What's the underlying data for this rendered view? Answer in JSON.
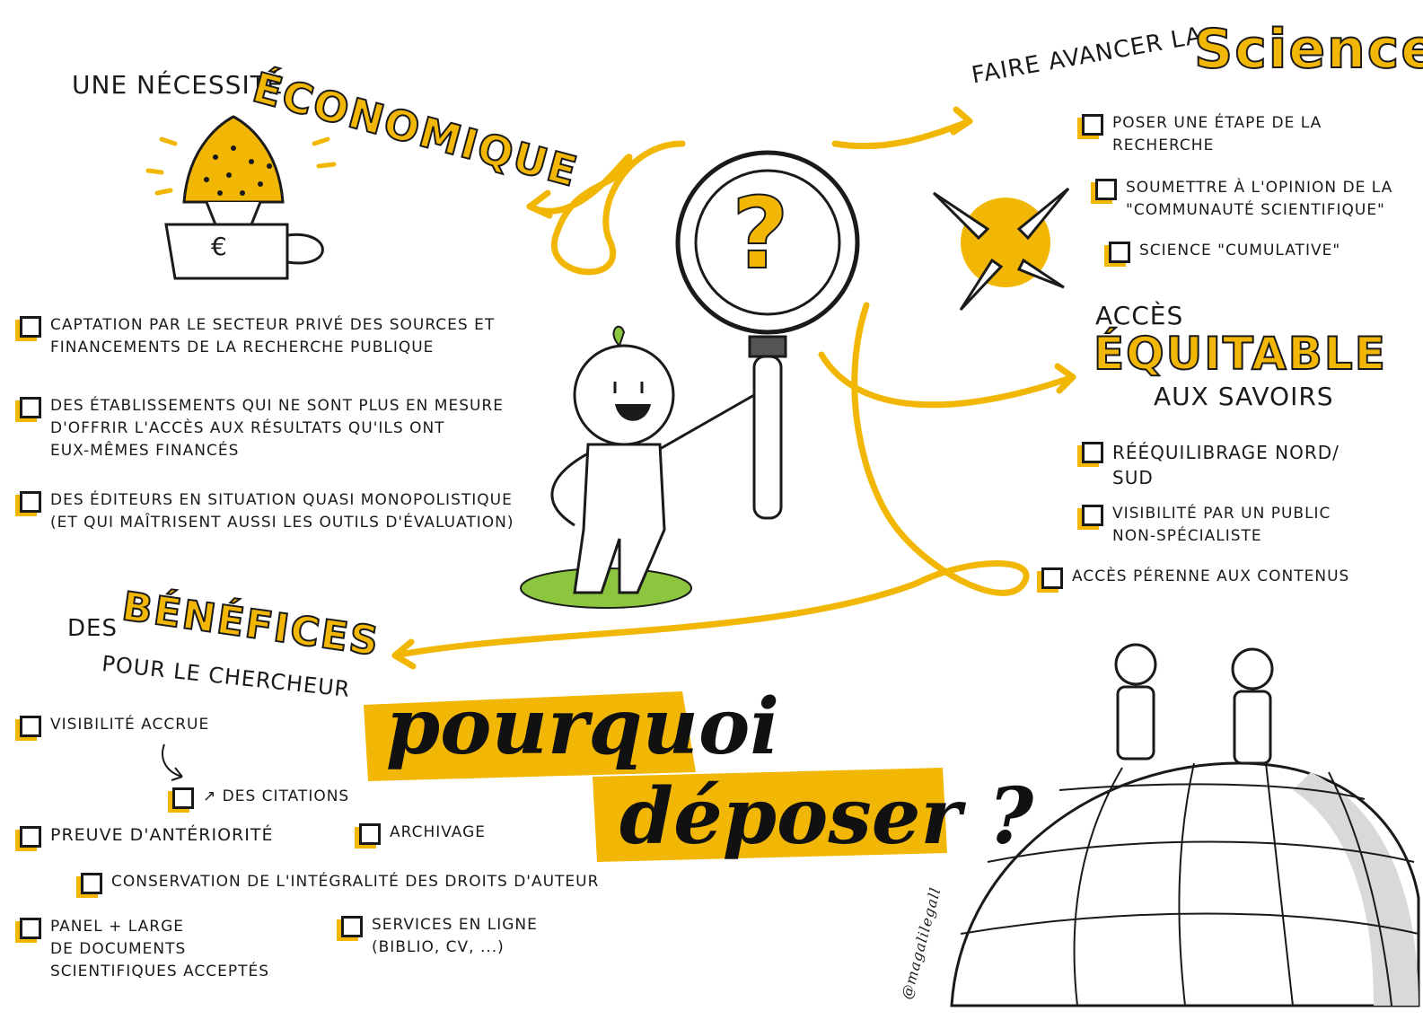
{
  "colors": {
    "accent": "#f2b705",
    "ink": "#1a1a1a",
    "grass": "#8cc63f",
    "shadow": "#d9d9d9"
  },
  "center": {
    "question_mark": "?",
    "title_line1": "pourquoi",
    "title_line2": "déposer ?"
  },
  "economic": {
    "prefix": "UNE NÉCESSITÉ",
    "highlight": "ÉCONOMIQUE",
    "euro_symbol": "€",
    "items": [
      "CAPTATION PAR LE SECTEUR PRIVÉ DES SOURCES ET\nFINANCEMENTS DE LA RECHERCHE PUBLIQUE",
      "DES ÉTABLISSEMENTS QUI NE SONT PLUS EN MESURE\nD'OFFRIR L'ACCÈS AUX RÉSULTATS QU'ILS ONT\nEUX-MÊMES FINANCÉS",
      "DES ÉDITEURS EN SITUATION QUASI MONOPOLISTIQUE\n(ET QUI MAÎTRISENT AUSSI LES OUTILS D'ÉVALUATION)"
    ]
  },
  "science": {
    "prefix": "FAIRE AVANCER LA",
    "highlight": "Science",
    "items": [
      "POSER UNE ÉTAPE DE LA\nRECHERCHE",
      "SOUMETTRE À L'OPINION DE LA\n\"COMMUNAUTÉ SCIENTIFIQUE\"",
      "SCIENCE \"CUMULATIVE\""
    ]
  },
  "access": {
    "line1": "ACCÈS",
    "highlight": "ÉQUITABLE",
    "line3": "AUX SAVOIRS",
    "items": [
      "RÉÉQUILIBRAGE NORD/\nSUD",
      "VISIBILITÉ PAR UN PUBLIC\nNON-SPÉCIALISTE",
      "ACCÈS PÉRENNE AUX CONTENUS"
    ]
  },
  "benefits": {
    "prefix": "DES",
    "highlight": "BÉNÉFICES",
    "subtitle": "POUR LE CHERCHEUR",
    "items": {
      "visibility": "VISIBILITÉ ACCRUE",
      "citations": "↗ DES CITATIONS",
      "priority": "PREUVE D'ANTÉRIORITÉ",
      "archiving": "ARCHIVAGE",
      "rights": "CONSERVATION DE L'INTÉGRALITÉ DES DROITS D'AUTEUR",
      "panel": "PANEL + LARGE\nDE DOCUMENTS\nSCIENTIFIQUES ACCEPTÉS",
      "services": "SERVICES EN LIGNE\n(BIBLIO, CV, ...)"
    }
  },
  "signature": "@magalilegall"
}
